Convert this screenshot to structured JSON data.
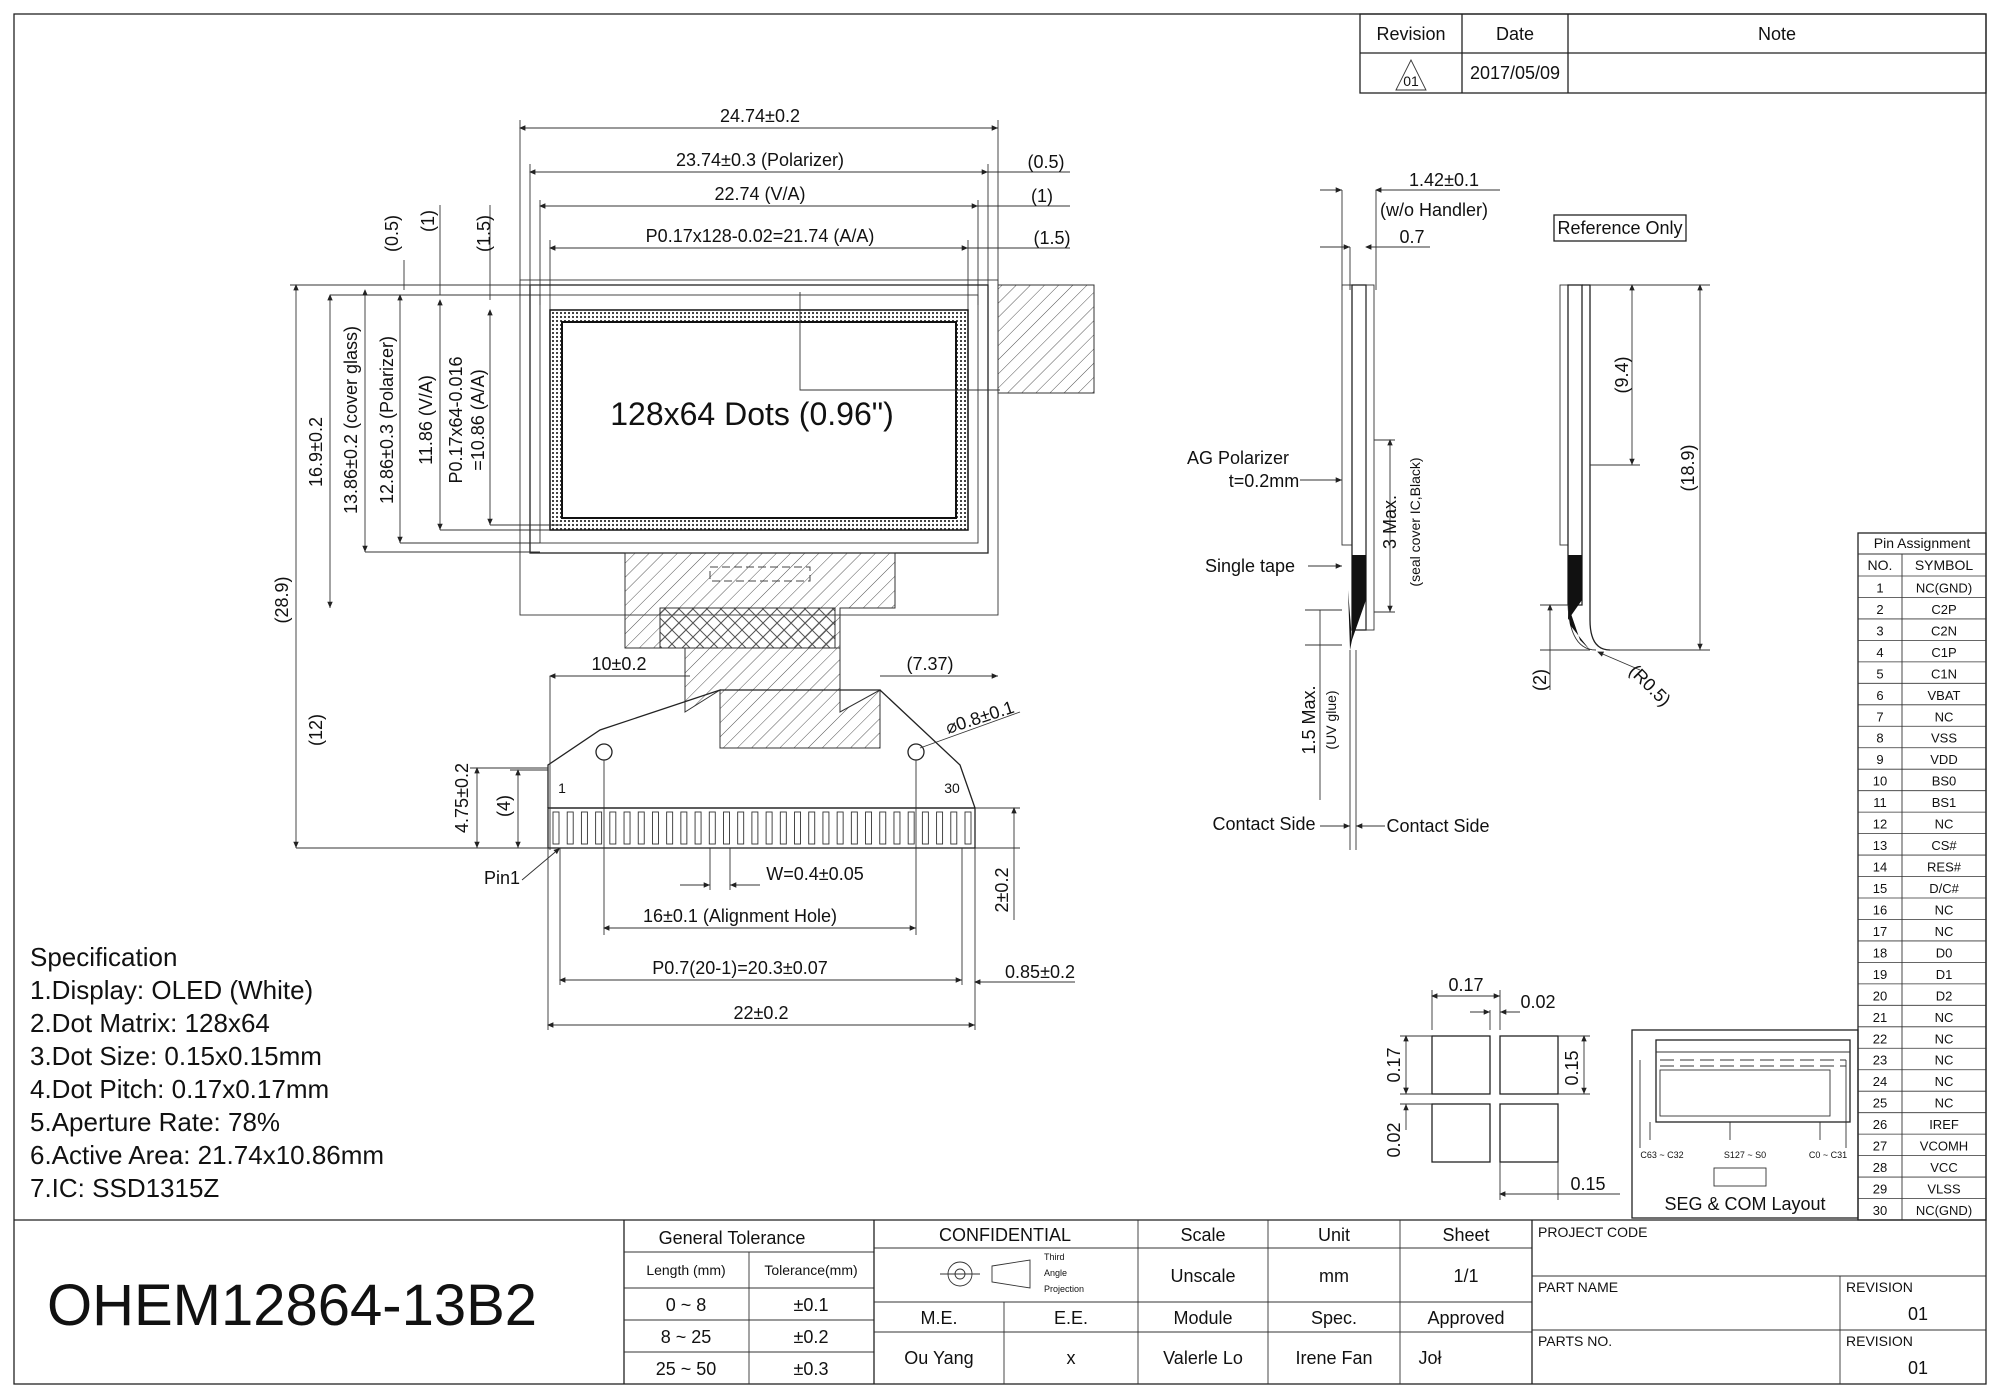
{
  "revision_table": {
    "headers": [
      "Revision",
      "Date",
      "Note"
    ],
    "rev": "01",
    "date": "2017/05/09",
    "note": ""
  },
  "front_view": {
    "dim_total_width": "24.74±0.2",
    "dim_polarizer_width": "23.74±0.3 (Polarizer)",
    "dim_va_width": "22.74 (V/A)",
    "dim_aa_width": "P0.17x128-0.02=21.74 (A/A)",
    "dim_right_05": "(0.5)",
    "dim_right_1": "(1)",
    "dim_right_15": "(1.5)",
    "dim_top_05": "(0.5)",
    "dim_top_1": "(1)",
    "dim_top_15": "(1.5)",
    "dim_height_total": "16.9±0.2",
    "dim_cover_glass": "13.86±0.2 (cover glass)",
    "dim_polarizer_height": "12.86±0.3 (Polarizer)",
    "dim_va_height": "11.86 (V/A)",
    "dim_aa_height_1": "P0.17x64-0.016",
    "dim_aa_height_2": "=10.86 (A/A)",
    "display_label": "128x64 Dots (0.96\")",
    "dim_overall_height": "(28.9)",
    "dim_fpc_12": "(12)",
    "dim_left_10": "10±0.2",
    "dim_right_737": "(7.37)",
    "dim_hole_dia": "⌀0.8±0.1",
    "dim_475": "4.75±0.2",
    "dim_4": "(4)",
    "pin_first": "1",
    "pin_last": "30",
    "pin1_label": "Pin1",
    "dim_width_pad": "W=0.4±0.05",
    "dim_alignment": "16±0.1 (Alignment Hole)",
    "dim_2": "2±0.2",
    "dim_pitch": "P0.7(20-1)=20.3±0.07",
    "dim_085": "0.85±0.2",
    "dim_22": "22±0.2"
  },
  "side_view": {
    "dim_thickness": "1.42±0.1",
    "handler_note": "(w/o Handler)",
    "dim_07": "0.7",
    "ag_polarizer_1": "AG Polarizer",
    "ag_polarizer_2": "t=0.2mm",
    "dim_3max": "3 Max.",
    "seal_note": "(seal cover IC,Black)",
    "single_tape": "Single tape",
    "dim_15max": "1.5 Max.",
    "uv_glue": "(UV glue)",
    "contact_left": "Contact Side",
    "contact_right": "Contact Side",
    "reference_only": "Reference Only",
    "dim_94": "(9.4)",
    "dim_189": "(18.9)",
    "dim_2": "(2)",
    "dim_r05": "(R0.5)"
  },
  "dot_detail": {
    "dim_017_top": "0.17",
    "dim_002_top": "0.02",
    "dim_017_left": "0.17",
    "dim_002_left": "0.02",
    "dim_015_right": "0.15",
    "dim_015_bottom": "0.15"
  },
  "seg_com": {
    "title": "SEG & COM Layout",
    "label_left": "C63 ~ C32",
    "label_mid": "S127 ~ S0",
    "label_right": "C0 ~ C31"
  },
  "pin_assignment": {
    "title": "Pin Assignment",
    "headers": [
      "NO.",
      "SYMBOL"
    ],
    "rows": [
      [
        "1",
        "NC(GND)"
      ],
      [
        "2",
        "C2P"
      ],
      [
        "3",
        "C2N"
      ],
      [
        "4",
        "C1P"
      ],
      [
        "5",
        "C1N"
      ],
      [
        "6",
        "VBAT"
      ],
      [
        "7",
        "NC"
      ],
      [
        "8",
        "VSS"
      ],
      [
        "9",
        "VDD"
      ],
      [
        "10",
        "BS0"
      ],
      [
        "11",
        "BS1"
      ],
      [
        "12",
        "NC"
      ],
      [
        "13",
        "CS#"
      ],
      [
        "14",
        "RES#"
      ],
      [
        "15",
        "D/C#"
      ],
      [
        "16",
        "NC"
      ],
      [
        "17",
        "NC"
      ],
      [
        "18",
        "D0"
      ],
      [
        "19",
        "D1"
      ],
      [
        "20",
        "D2"
      ],
      [
        "21",
        "NC"
      ],
      [
        "22",
        "NC"
      ],
      [
        "23",
        "NC"
      ],
      [
        "24",
        "NC"
      ],
      [
        "25",
        "NC"
      ],
      [
        "26",
        "IREF"
      ],
      [
        "27",
        "VCOMH"
      ],
      [
        "28",
        "VCC"
      ],
      [
        "29",
        "VLSS"
      ],
      [
        "30",
        "NC(GND)"
      ]
    ]
  },
  "specification": {
    "title": "Specification",
    "items": [
      "1.Display:  OLED (White)",
      "2.Dot Matrix: 128x64",
      "3.Dot Size:  0.15x0.15mm",
      "4.Dot Pitch:  0.17x0.17mm",
      "5.Aperture Rate:  78%",
      "6.Active Area:  21.74x10.86mm",
      "7.IC:  SSD1315Z"
    ]
  },
  "title_block": {
    "model": "OHEM12864-13B2",
    "general_tolerance": "General Tolerance",
    "tol_headers": [
      "Length (mm)",
      "Tolerance(mm)"
    ],
    "tol_rows": [
      [
        "0 ~ 8",
        "±0.1"
      ],
      [
        "8 ~ 25",
        "±0.2"
      ],
      [
        "25 ~ 50",
        "±0.3"
      ]
    ],
    "confidential": "CONFIDENTIAL",
    "projection_1": "Third",
    "projection_2": "Angle",
    "projection_3": "Projection",
    "scale_label": "Scale",
    "scale_value": "Unscale",
    "unit_label": "Unit",
    "unit_value": "mm",
    "sheet_label": "Sheet",
    "sheet_value": "1/1",
    "roles": [
      "M.E.",
      "E.E.",
      "Module",
      "Spec.",
      "Approved"
    ],
    "names": [
      "Ou Yang",
      "x",
      "Valerle Lo",
      "Irene Fan",
      "Joł"
    ],
    "project_code": "PROJECT CODE",
    "part_name": "PART NAME",
    "parts_no": "PARTS NO.",
    "revision_label_1": "REVISION",
    "revision_value_1": "01",
    "revision_label_2": "REVISION",
    "revision_value_2": "01"
  }
}
